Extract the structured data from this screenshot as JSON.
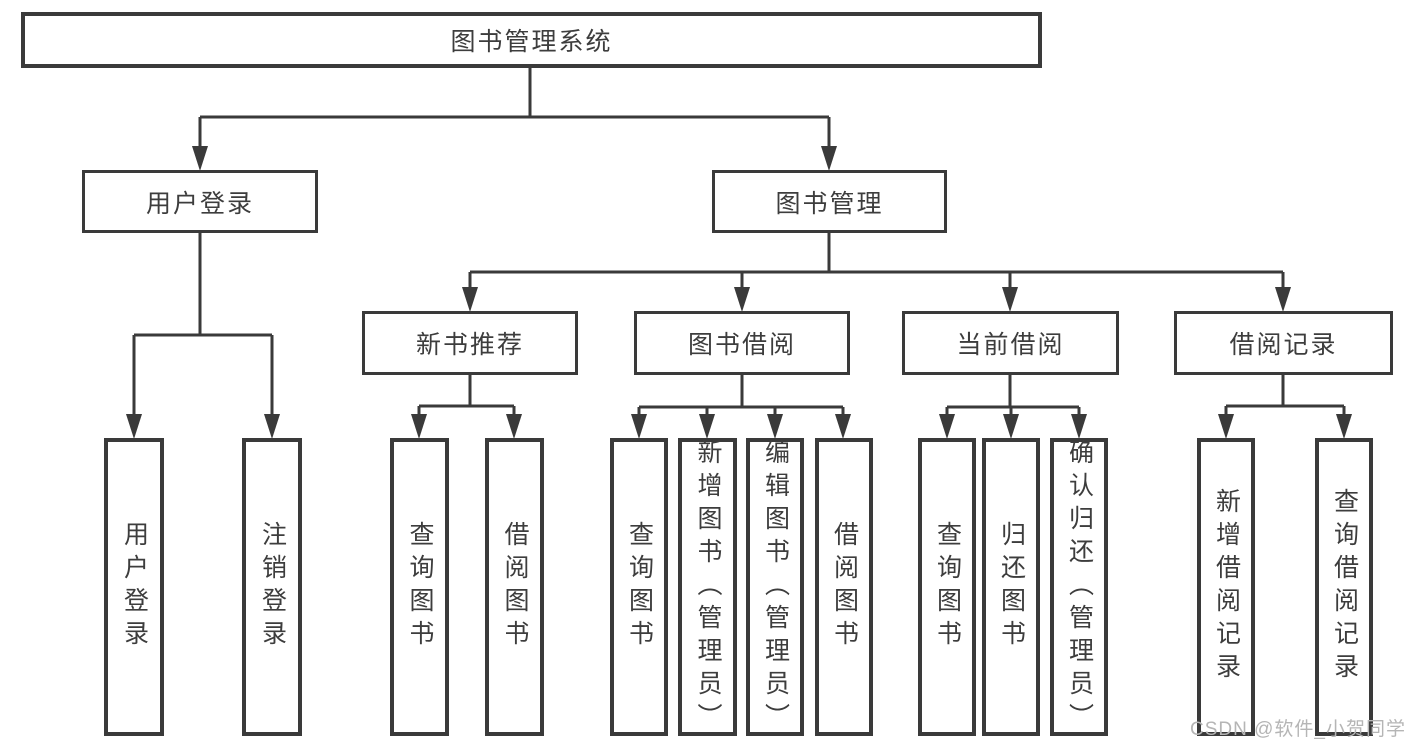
{
  "tree": {
    "label": "图书管理系统",
    "children": [
      {
        "label": "用户登录",
        "children": [
          {
            "label": "用户登录"
          },
          {
            "label": "注销登录"
          }
        ]
      },
      {
        "label": "图书管理",
        "children": [
          {
            "label": "新书推荐",
            "children": [
              {
                "label": "查询图书"
              },
              {
                "label": "借阅图书"
              }
            ]
          },
          {
            "label": "图书借阅",
            "children": [
              {
                "label": "查询图书"
              },
              {
                "label": "新增图书（管理员）"
              },
              {
                "label": "编辑图书（管理员）"
              },
              {
                "label": "借阅图书"
              }
            ]
          },
          {
            "label": "当前借阅",
            "children": [
              {
                "label": "查询图书"
              },
              {
                "label": "归还图书"
              },
              {
                "label": "确认归还（管理员）"
              }
            ]
          },
          {
            "label": "借阅记录",
            "children": [
              {
                "label": "新增借阅记录"
              },
              {
                "label": "查询借阅记录"
              }
            ]
          }
        ]
      }
    ]
  },
  "watermark": {
    "text": "CSDN @软件_小贺同学"
  },
  "colors": {
    "line": "#3a3a3a",
    "text": "#3d3d3d",
    "watermark": "#b5b5b5",
    "background": "#ffffff"
  }
}
